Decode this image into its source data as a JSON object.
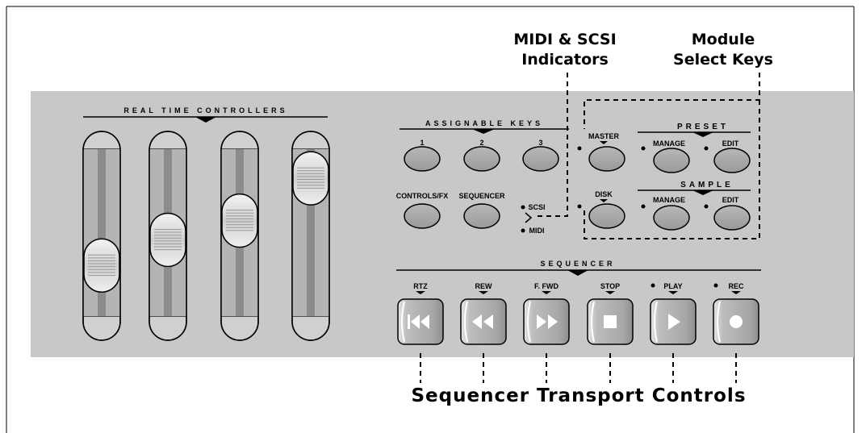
{
  "callouts": {
    "indicators": [
      "MIDI & SCSI",
      "Indicators"
    ],
    "module_keys": [
      "Module",
      "Select Keys"
    ],
    "transport": "Sequencer Transport Controls"
  },
  "sections": {
    "realtime": "REAL TIME CONTROLLERS",
    "assignable": "ASSIGNABLE KEYS",
    "preset": "PRESET",
    "sample": "SAMPLE",
    "sequencer": "SEQUENCER"
  },
  "sliders": [
    {
      "name": "slider-1",
      "level": 0.25
    },
    {
      "name": "slider-2",
      "level": 0.45
    },
    {
      "name": "slider-3",
      "level": 0.6
    },
    {
      "name": "slider-4",
      "level": 0.93
    }
  ],
  "assignable_keys": [
    "1",
    "2",
    "3"
  ],
  "lower_keys": [
    "CONTROLS/FX",
    "SEQUENCER"
  ],
  "indicators": [
    "SCSI",
    "MIDI"
  ],
  "module_keys": {
    "master": "MASTER",
    "disk": "DISK",
    "preset_manage": "MANAGE",
    "preset_edit": "EDIT",
    "sample_manage": "MANAGE",
    "sample_edit": "EDIT"
  },
  "transport": [
    {
      "label": "RTZ",
      "icon": "return-to-zero-icon"
    },
    {
      "label": "REW",
      "icon": "rewind-icon"
    },
    {
      "label": "F. FWD",
      "icon": "fast-forward-icon"
    },
    {
      "label": "STOP",
      "icon": "stop-icon"
    },
    {
      "label": "PLAY",
      "icon": "play-icon"
    },
    {
      "label": "REC",
      "icon": "record-icon"
    }
  ],
  "colors": {
    "panel": "#c8c8c8",
    "button": "#a8a8a8",
    "track": "#8c8c8c"
  }
}
